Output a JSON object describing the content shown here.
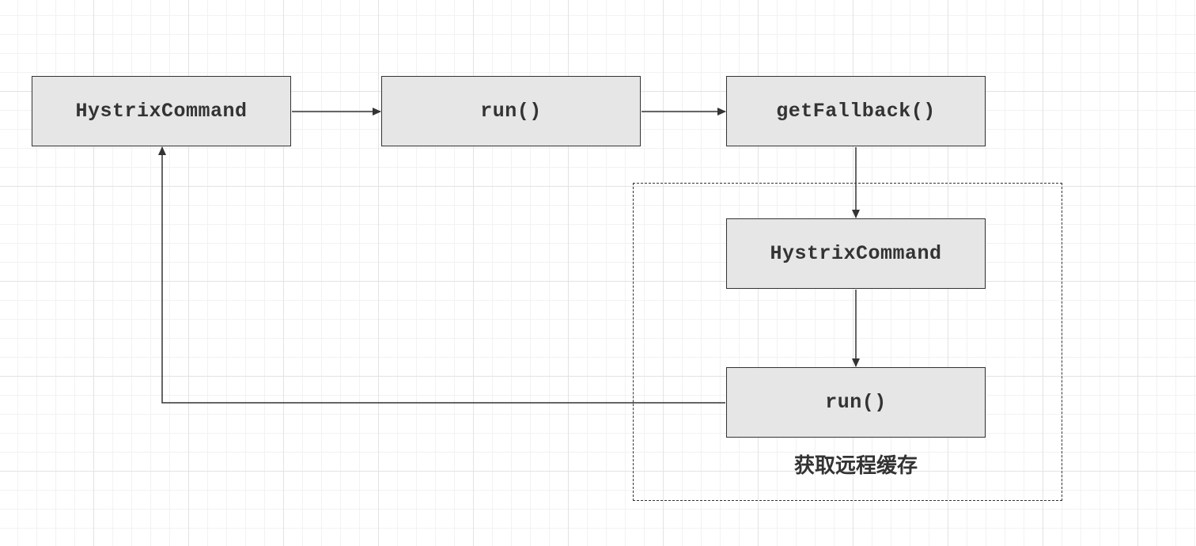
{
  "nodes": {
    "hystrix_command_main": "HystrixCommand",
    "run_main": "run()",
    "get_fallback": "getFallback()",
    "hystrix_command_fallback": "HystrixCommand",
    "run_fallback": "run()"
  },
  "group": {
    "label": "获取远程缓存"
  },
  "edges": [
    {
      "from": "hystrix_command_main",
      "to": "run_main"
    },
    {
      "from": "run_main",
      "to": "get_fallback"
    },
    {
      "from": "get_fallback",
      "to": "hystrix_command_fallback"
    },
    {
      "from": "hystrix_command_fallback",
      "to": "run_fallback"
    },
    {
      "from": "run_fallback",
      "to": "hystrix_command_main"
    }
  ],
  "colors": {
    "node_fill": "#e6e6e6",
    "stroke": "#333333",
    "grid": "#e3e3e3"
  }
}
